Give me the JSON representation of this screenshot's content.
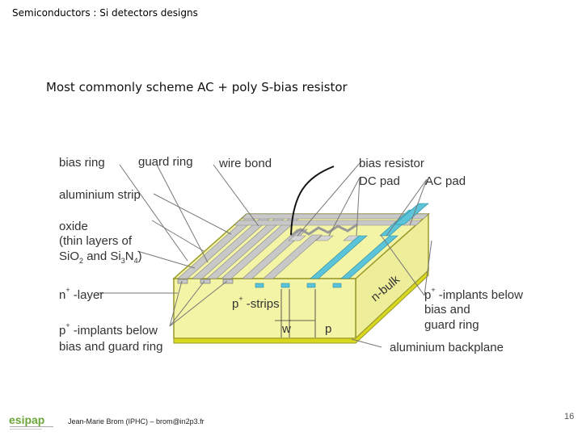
{
  "slide": {
    "title": "Semiconductors : Si detectors designs",
    "subtitle": "Most commonly scheme AC + poly S-bias resistor"
  },
  "diagram": {
    "labels": {
      "bias_ring": "bias ring",
      "guard_ring": "guard ring",
      "wire_bond": "wire bond",
      "bias_resistor": "bias resistor",
      "dc_pad": "DC pad",
      "ac_pad": "AC pad",
      "aluminium_strip": "aluminium strip",
      "oxide_1": "oxide",
      "oxide_2": "(thin layers of",
      "oxide_3a": "SiO",
      "oxide_3b": "2",
      "oxide_3c": " and Si",
      "oxide_3d": "3",
      "oxide_3e": "N",
      "oxide_3f": "4",
      "oxide_3g": ")",
      "n_layer_sup": "+",
      "n_layer_main": "n",
      "n_layer_rest": " -layer",
      "p_strips_sup": "+",
      "p_strips_main": "p",
      "p_strips_rest": " -strips",
      "n_bulk": "n-bulk",
      "w": "w",
      "p": "p",
      "p_implants_right_sup": "+",
      "p_implants_right_1a": "p",
      "p_implants_right_1b": " -implants below",
      "p_implants_right_2": "bias and",
      "p_implants_right_3": "guard ring",
      "p_implants_left_sup": "+",
      "p_implants_left_1a": "p",
      "p_implants_left_1b": " -implants below",
      "p_implants_left_2": "bias and guard ring",
      "aluminium_backplane": "aluminium backplane"
    }
  },
  "footer": {
    "logo_text": "esipap",
    "author": "Jean-Marie Brom (IPHC) – brom@in2p3.fr",
    "page_number": "16"
  },
  "colors": {
    "bulk_yellow": "#f4f4a6",
    "edge_olive": "#9a9a2a",
    "strip_gray": "#c8c8c8",
    "pad_cyan": "#5bc4d8",
    "leader_gray": "#777777"
  }
}
